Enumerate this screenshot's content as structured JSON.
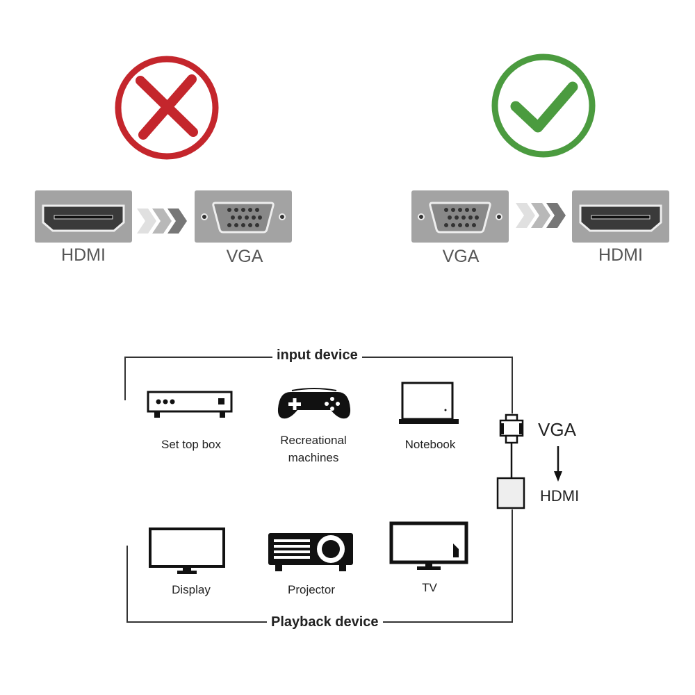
{
  "top": {
    "wrong": {
      "icon": "red-cross-circle-icon",
      "color": "#c4262c",
      "from": "HDMI",
      "to": "VGA"
    },
    "right": {
      "icon": "green-check-circle-icon",
      "color": "#4b9b3f",
      "from": "VGA",
      "to": "HDMI"
    }
  },
  "diagram": {
    "input_title": "input device",
    "playback_title": "Playback device",
    "inputs": [
      {
        "label": "Set top box",
        "icon": "set-top-box-icon"
      },
      {
        "label_line1": "Recreational",
        "label_line2": "machines",
        "icon": "gamepad-icon"
      },
      {
        "label": "Notebook",
        "icon": "notebook-icon"
      }
    ],
    "outputs": [
      {
        "label": "Display",
        "icon": "display-icon"
      },
      {
        "label": "Projector",
        "icon": "projector-icon"
      },
      {
        "label": "TV",
        "icon": "tv-icon"
      }
    ],
    "adapter": {
      "from": "VGA",
      "to": "HDMI"
    }
  }
}
